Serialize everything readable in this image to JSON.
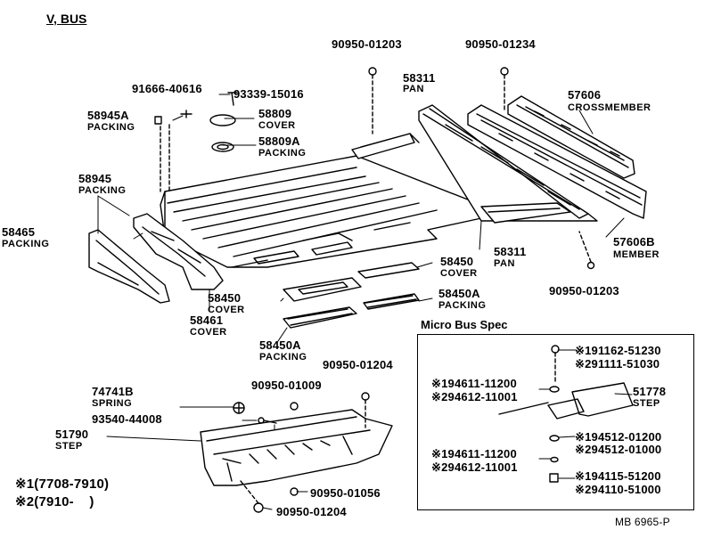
{
  "title": "V, BUS",
  "drawing_no": "MB 6965-P",
  "spec_title": "Micro Bus Spec",
  "legend": {
    "l1": "※1(7708-7910)",
    "l2": "※2(7910-    )"
  },
  "parts": {
    "p90950_01203_a": "90950-01203",
    "p90950_01234": "90950-01234",
    "p91666_40616": "91666-40616",
    "p93339_15016": "93339-15016",
    "p58311_a": "58311",
    "pan_a": "PAN",
    "p57606": "57606",
    "crossmember": "CROSSMEMBER",
    "p58945A": "58945A",
    "packing_a": "PACKING",
    "p58809": "58809",
    "cover_a": "COVER",
    "p58809A": "58809A",
    "packing_b": "PACKING",
    "p58945": "58945",
    "packing_c": "PACKING",
    "p58465": "58465",
    "packing_d": "PACKING",
    "p57606B": "57606B",
    "member": "MEMBER",
    "p58311_b": "58311",
    "pan_b": "PAN",
    "p58450_a": "58450",
    "cover_b": "COVER",
    "p90950_01203_b": "90950-01203",
    "p58450_b": "58450",
    "cover_c": "COVER",
    "p58450A_a": "58450A",
    "packing_e": "PACKING",
    "p58461": "58461",
    "cover_d": "COVER",
    "p58450A_b": "58450A",
    "packing_f": "PACKING",
    "p90950_01204_a": "90950-01204",
    "p74741B": "74741B",
    "spring": "SPRING",
    "p90950_01009": "90950-01009",
    "p93540_44008": "93540-44008",
    "p51790": "51790",
    "step_a": "STEP",
    "p90950_01056": "90950-01056",
    "p90950_01204_b": "90950-01204"
  },
  "spec_parts": {
    "s1": "※191162-51230",
    "s2": "※291111-51030",
    "s3": "※194611-11200",
    "s4": "※294612-11001",
    "s5": "51778",
    "step_b": "STEP",
    "s6": "※194512-01200",
    "s7": "※294512-01000",
    "s8": "※194611-11200",
    "s9": "※294612-11001",
    "s10": "※194115-51200",
    "s11": "※294110-51000"
  }
}
